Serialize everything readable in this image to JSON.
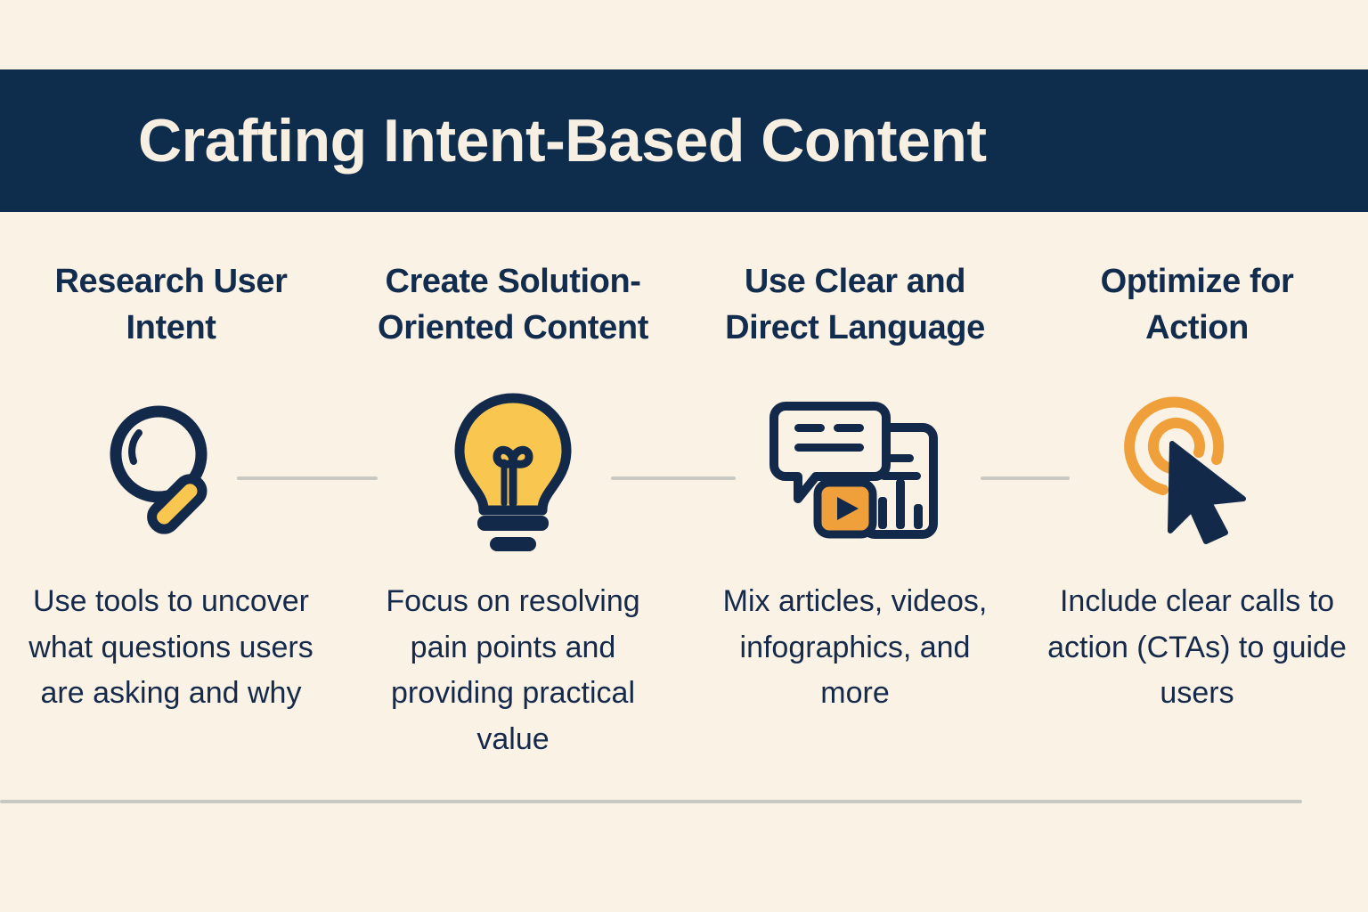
{
  "header": {
    "title": "Crafting Intent-Based Content",
    "bg_color": "#0e2d4d",
    "text_color": "#f7efe2"
  },
  "page": {
    "background_color": "#faf2e5",
    "navy": "#122c4e",
    "yellow": "#f9c74f",
    "orange": "#f2a03d",
    "divider_color": "#c8c8c3"
  },
  "columns": [
    {
      "heading": "Research User Intent",
      "icon": "magnifying-glass-icon",
      "body": "Use tools to uncover what questions users are asking and why"
    },
    {
      "heading": "Create Solution-Oriented Content",
      "icon": "lightbulb-icon",
      "body": "Focus on resolving pain points and providing practical value"
    },
    {
      "heading": "Use Clear and Direct Language",
      "icon": "media-mix-icon",
      "body": "Mix articles, videos, infographics, and more"
    },
    {
      "heading": "Optimize for Action",
      "icon": "click-cursor-icon",
      "body": "Include clear calls to action (CTAs) to guide users"
    }
  ]
}
